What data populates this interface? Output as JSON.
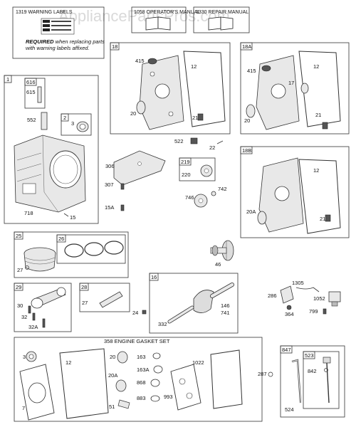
{
  "watermark": "AppliancePartsPros.com",
  "manuals": [
    {
      "number": "1319",
      "label": "WARNING LABELS"
    },
    {
      "number": "1058",
      "label": "OPERATOR'S MANUAL"
    },
    {
      "number": "1330",
      "label": "REPAIR MANUAL"
    }
  ],
  "warning_note_bold": "REQUIRED",
  "warning_note_rest": " when replacing parts",
  "warning_note_line2": "with warning labels affixed.",
  "groups": {
    "g1": "1",
    "g616": "616",
    "g2": "2",
    "g18": "18",
    "g18a": "18A",
    "g18b": "18B",
    "g219": "219",
    "g25": "25",
    "g26": "26",
    "g29": "29",
    "g28": "28",
    "g16": "16",
    "g847": "847",
    "g523": "523",
    "gasket": "358 ENGINE GASKET SET"
  },
  "labels": {
    "p615": "615",
    "p552": "552",
    "p3a": "3",
    "p718": "718",
    "p15": "15",
    "p415a": "415",
    "p12a": "12",
    "p20a": "20",
    "p21a": "21",
    "p415b": "415",
    "p12b": "12",
    "p17": "17",
    "p20b": "20",
    "p21b": "21",
    "p522": "522",
    "p22": "22",
    "p306": "306",
    "p307": "307",
    "p15a": "15A",
    "p220": "220",
    "p742": "742",
    "p746": "746",
    "p12c": "12",
    "p20ab": "20A",
    "p21c": "21",
    "p27a": "27",
    "p46": "46",
    "p30": "30",
    "p32": "32",
    "p32a": "32A",
    "p27b": "27",
    "p24": "24",
    "p146": "146",
    "p741": "741",
    "p332": "332",
    "p286": "286",
    "p1305": "1305",
    "p1052": "1052",
    "p364": "364",
    "p799": "799",
    "g3": "3",
    "g12": "12",
    "g7": "7",
    "g20": "20",
    "g20a": "20A",
    "g51": "51",
    "g163": "163",
    "g163a": "163A",
    "g868": "868",
    "g883": "883",
    "g993": "993",
    "g1022": "1022",
    "p287": "287",
    "p842": "842",
    "p524": "524"
  }
}
